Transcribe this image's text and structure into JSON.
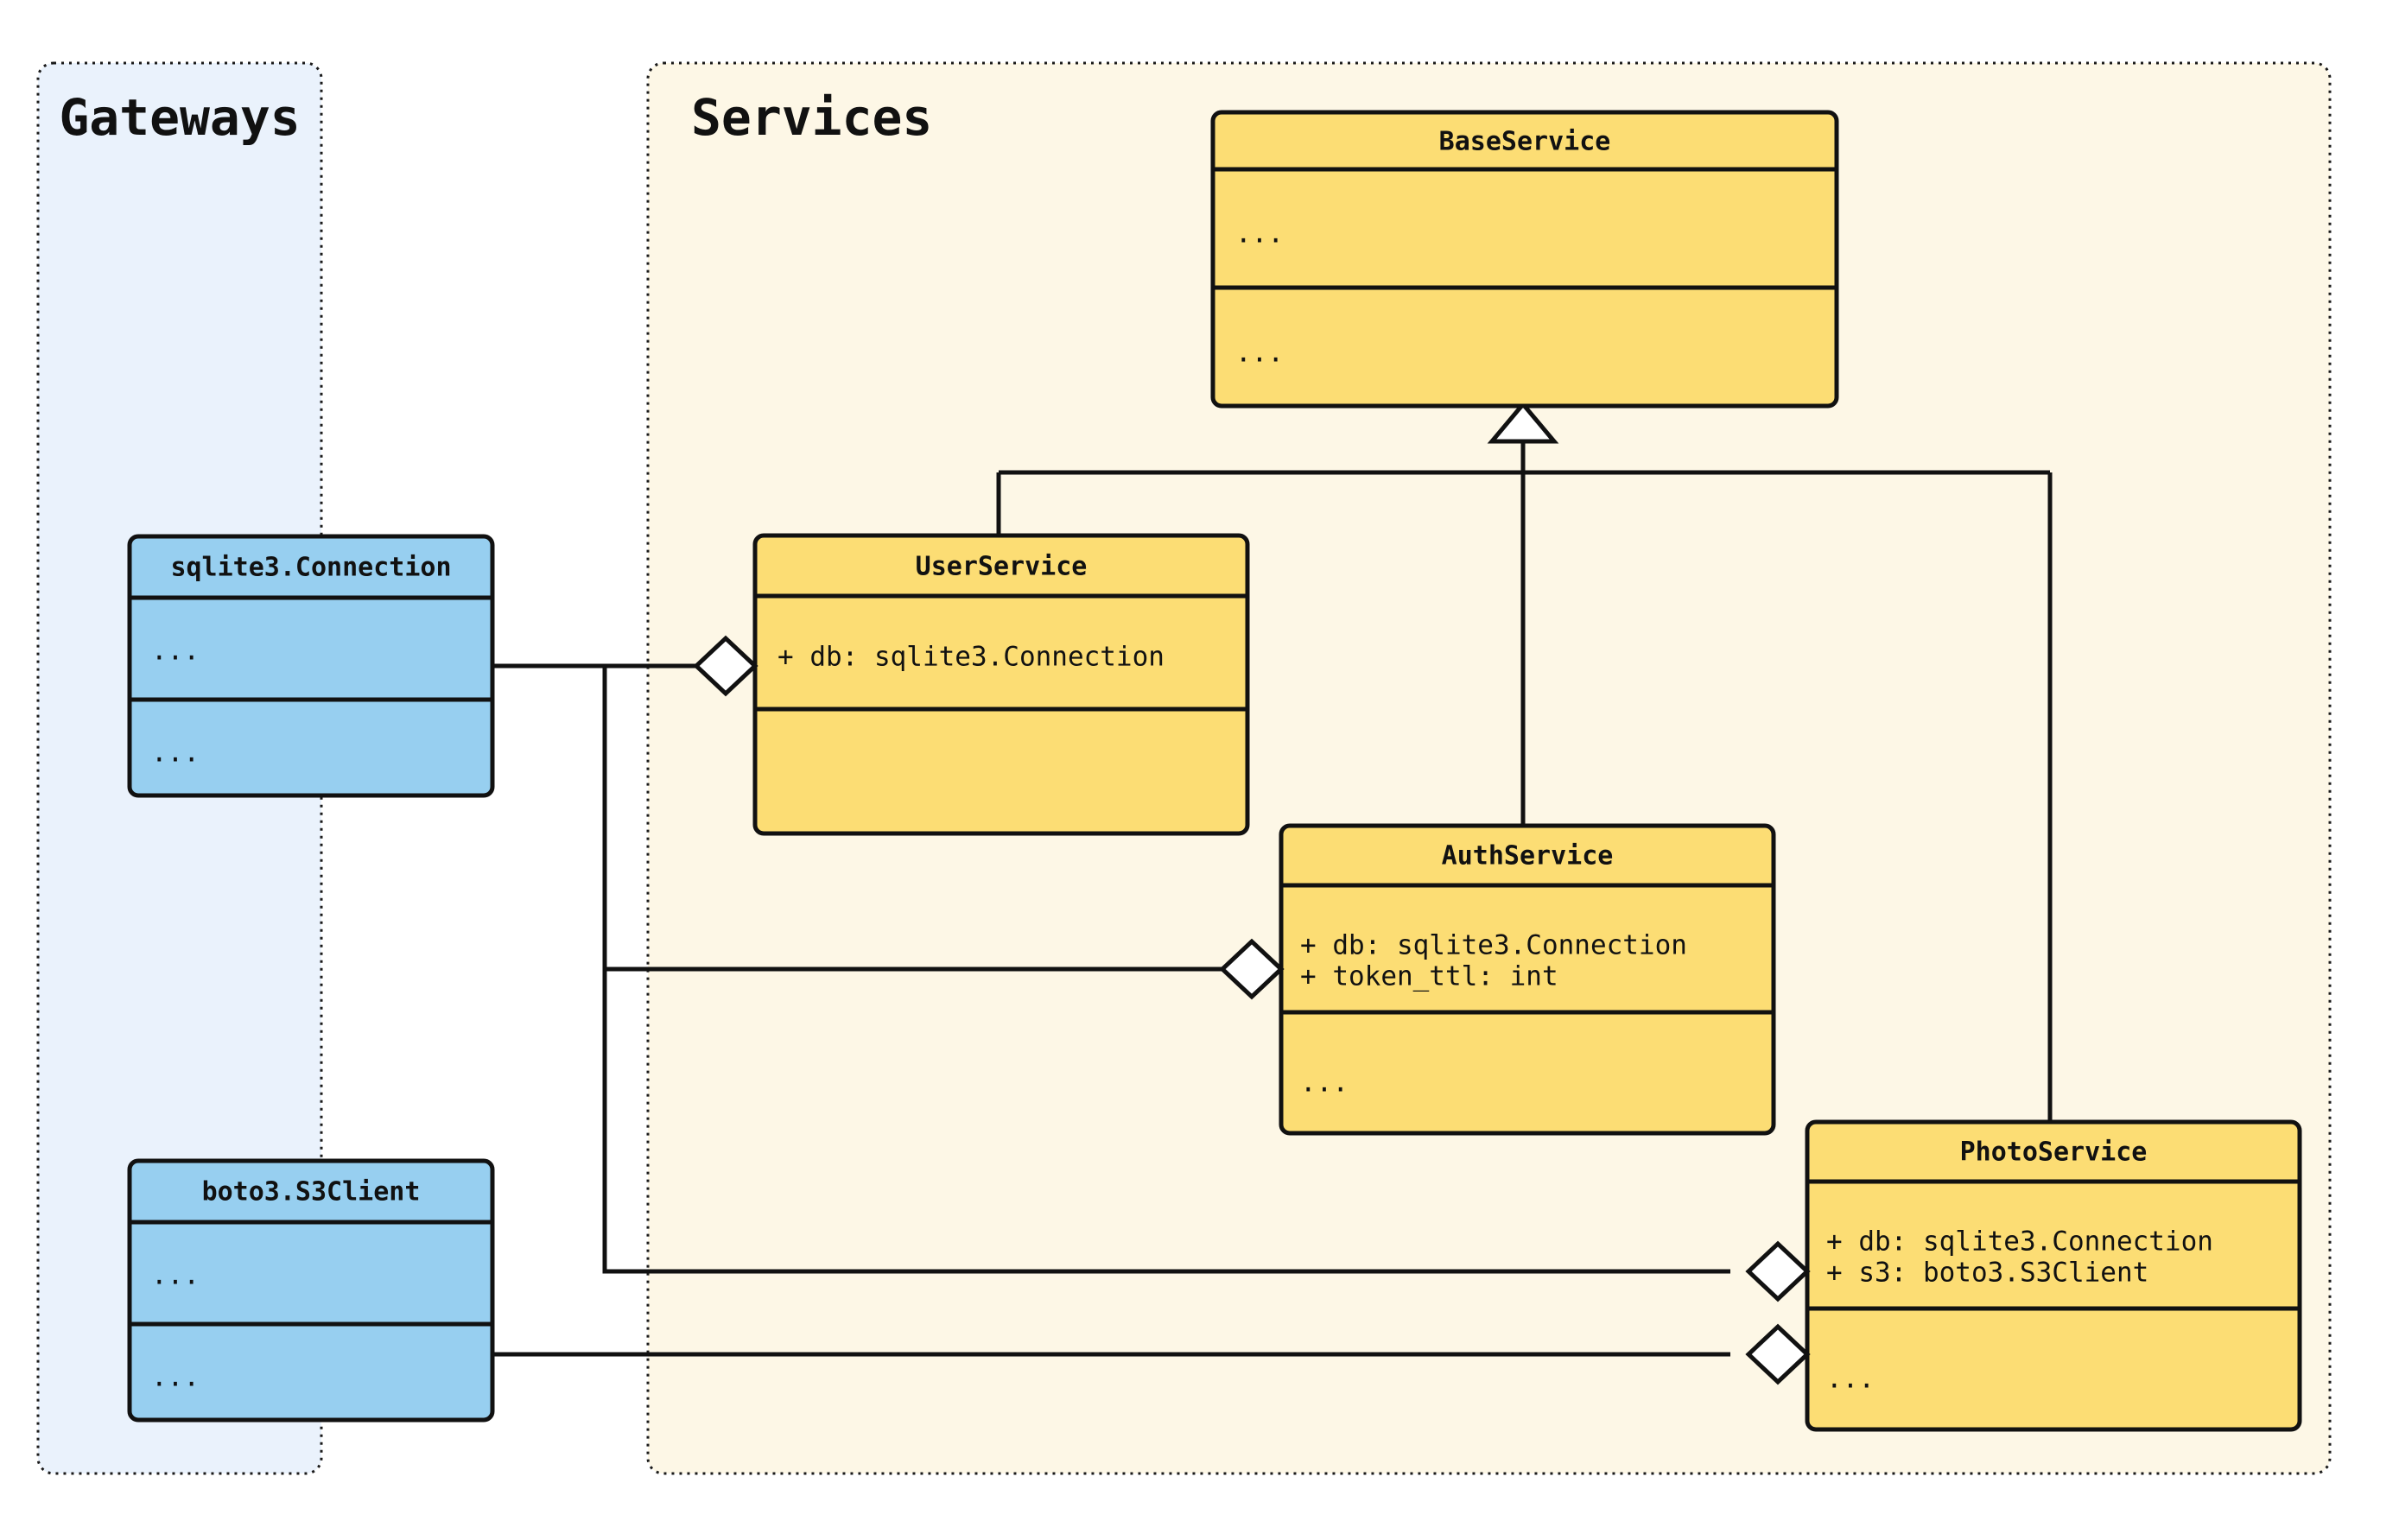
{
  "diagram": {
    "title": "Services and Gateways UML class diagram",
    "background": "#ffffff",
    "packages": [
      {
        "id": "gateways",
        "label": "Gateways",
        "fill": "#eaf2fc",
        "stroke": "#1a1a1a"
      },
      {
        "id": "services",
        "label": "Services",
        "fill": "#fdf7e6",
        "stroke": "#1a1a1a"
      }
    ],
    "colors": {
      "gateway_class_fill": "#97cff0",
      "service_class_fill": "#fcdd74",
      "class_stroke": "#111111",
      "edge_stroke": "#111111",
      "marker_fill": "#ffffff"
    },
    "classes": [
      {
        "id": "sqlite3-connection",
        "name": "sqlite3.Connection",
        "package": "gateways",
        "fill": "#97cff0",
        "attributes": [
          "..."
        ],
        "methods": [
          "..."
        ]
      },
      {
        "id": "boto3-s3client",
        "name": "boto3.S3Client",
        "package": "gateways",
        "fill": "#97cff0",
        "attributes": [
          "..."
        ],
        "methods": [
          "..."
        ]
      },
      {
        "id": "base-service",
        "name": "BaseService",
        "package": "services",
        "fill": "#fcdd74",
        "attributes": [
          "..."
        ],
        "methods": [
          "..."
        ]
      },
      {
        "id": "user-service",
        "name": "UserService",
        "package": "services",
        "fill": "#fcdd74",
        "attributes": [
          "+ db: sqlite3.Connection"
        ],
        "methods": []
      },
      {
        "id": "auth-service",
        "name": "AuthService",
        "package": "services",
        "fill": "#fcdd74",
        "attributes": [
          "+ db: sqlite3.Connection",
          "+ token_ttl: int"
        ],
        "methods": [
          "..."
        ]
      },
      {
        "id": "photo-service",
        "name": "PhotoService",
        "package": "services",
        "fill": "#fcdd74",
        "attributes": [
          "+ db: sqlite3.Connection",
          "+ s3: boto3.S3Client"
        ],
        "methods": [
          "..."
        ]
      }
    ],
    "relationships": [
      {
        "id": "inherit-user",
        "type": "generalization",
        "from": "user-service",
        "to": "base-service",
        "marker": "hollow-triangle"
      },
      {
        "id": "inherit-auth",
        "type": "generalization",
        "from": "auth-service",
        "to": "base-service",
        "marker": "hollow-triangle"
      },
      {
        "id": "inherit-photo",
        "type": "generalization",
        "from": "photo-service",
        "to": "base-service",
        "marker": "hollow-triangle"
      },
      {
        "id": "agg-user-db",
        "type": "aggregation",
        "from": "sqlite3-connection",
        "to": "user-service",
        "marker": "hollow-diamond"
      },
      {
        "id": "agg-auth-db",
        "type": "aggregation",
        "from": "sqlite3-connection",
        "to": "auth-service",
        "marker": "hollow-diamond"
      },
      {
        "id": "agg-photo-db",
        "type": "aggregation",
        "from": "sqlite3-connection",
        "to": "photo-service",
        "marker": "hollow-diamond"
      },
      {
        "id": "agg-photo-s3",
        "type": "aggregation",
        "from": "boto3-s3client",
        "to": "photo-service",
        "marker": "hollow-diamond"
      }
    ]
  }
}
